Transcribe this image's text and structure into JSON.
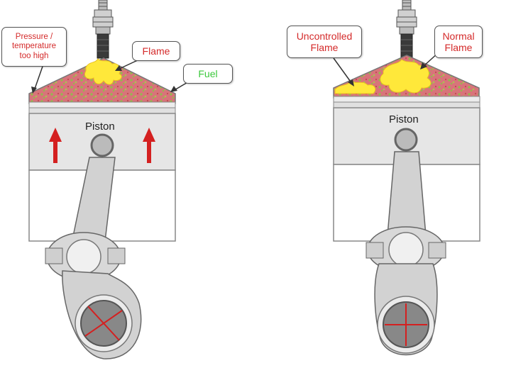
{
  "left_engine": {
    "callout_pressure": "Pressure /\ntemperature\ntoo high",
    "callout_flame": "Flame",
    "callout_fuel": "Fuel",
    "piston_label": "Piston"
  },
  "right_engine": {
    "callout_uncontrolled": "Uncontrolled\nFlame",
    "callout_normal": "Normal\nFlame",
    "piston_label": "Piston"
  },
  "colors": {
    "callout_text_red": "#d42a2a",
    "callout_text_green": "#3cc83c",
    "flame_yellow": "#ffe83a",
    "charge_pink": "#d8747a",
    "fuel_green": "#8fbf4a",
    "arrow_red": "#d42020",
    "metal_light": "#e6e6e6",
    "metal_mid": "#cfcfcf",
    "metal_dark": "#777777"
  }
}
